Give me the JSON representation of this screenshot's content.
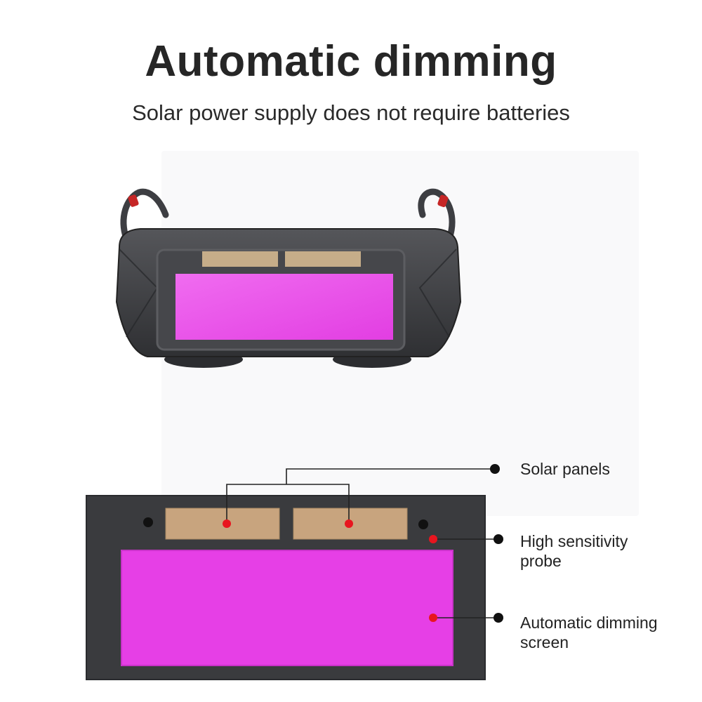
{
  "header": {
    "title": "Automatic dimming",
    "subtitle": "Solar power supply does not require batteries"
  },
  "callouts": {
    "solar_panels": "Solar panels",
    "probe_line1": "High sensitivity",
    "probe_line2": "probe",
    "screen_line1": "Automatic dimming",
    "screen_line2": "screen"
  },
  "colors": {
    "frame": "#3a3b3e",
    "lens": "#e63fe6",
    "solar_cell": "#c8a47e",
    "marker_red": "#e8151f",
    "marker_black": "#111111"
  }
}
